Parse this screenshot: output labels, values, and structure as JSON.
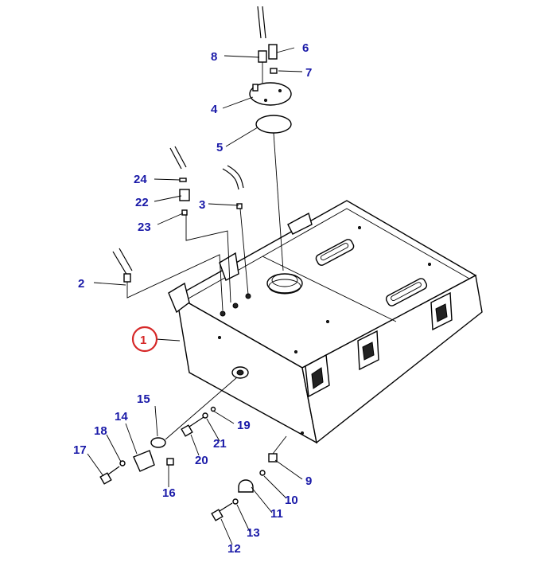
{
  "colors": {
    "callout_text": "#1a1aa8",
    "highlight_circle": "#d62828",
    "line": "#000000"
  },
  "callouts": [
    {
      "id": "c1",
      "text": "1"
    },
    {
      "id": "c2",
      "text": "2"
    },
    {
      "id": "c3",
      "text": "3"
    },
    {
      "id": "c4",
      "text": "4"
    },
    {
      "id": "c5",
      "text": "5"
    },
    {
      "id": "c6",
      "text": "6"
    },
    {
      "id": "c7",
      "text": "7"
    },
    {
      "id": "c8",
      "text": "8"
    },
    {
      "id": "c9",
      "text": "9"
    },
    {
      "id": "c10",
      "text": "10"
    },
    {
      "id": "c11",
      "text": "11"
    },
    {
      "id": "c12",
      "text": "12"
    },
    {
      "id": "c13",
      "text": "13"
    },
    {
      "id": "c14",
      "text": "14"
    },
    {
      "id": "c15",
      "text": "15"
    },
    {
      "id": "c16",
      "text": "16"
    },
    {
      "id": "c17",
      "text": "17"
    },
    {
      "id": "c18",
      "text": "18"
    },
    {
      "id": "c19",
      "text": "19"
    },
    {
      "id": "c20",
      "text": "20"
    },
    {
      "id": "c21",
      "text": "21"
    },
    {
      "id": "c22",
      "text": "22"
    },
    {
      "id": "c23",
      "text": "23"
    },
    {
      "id": "c24",
      "text": "24"
    }
  ]
}
